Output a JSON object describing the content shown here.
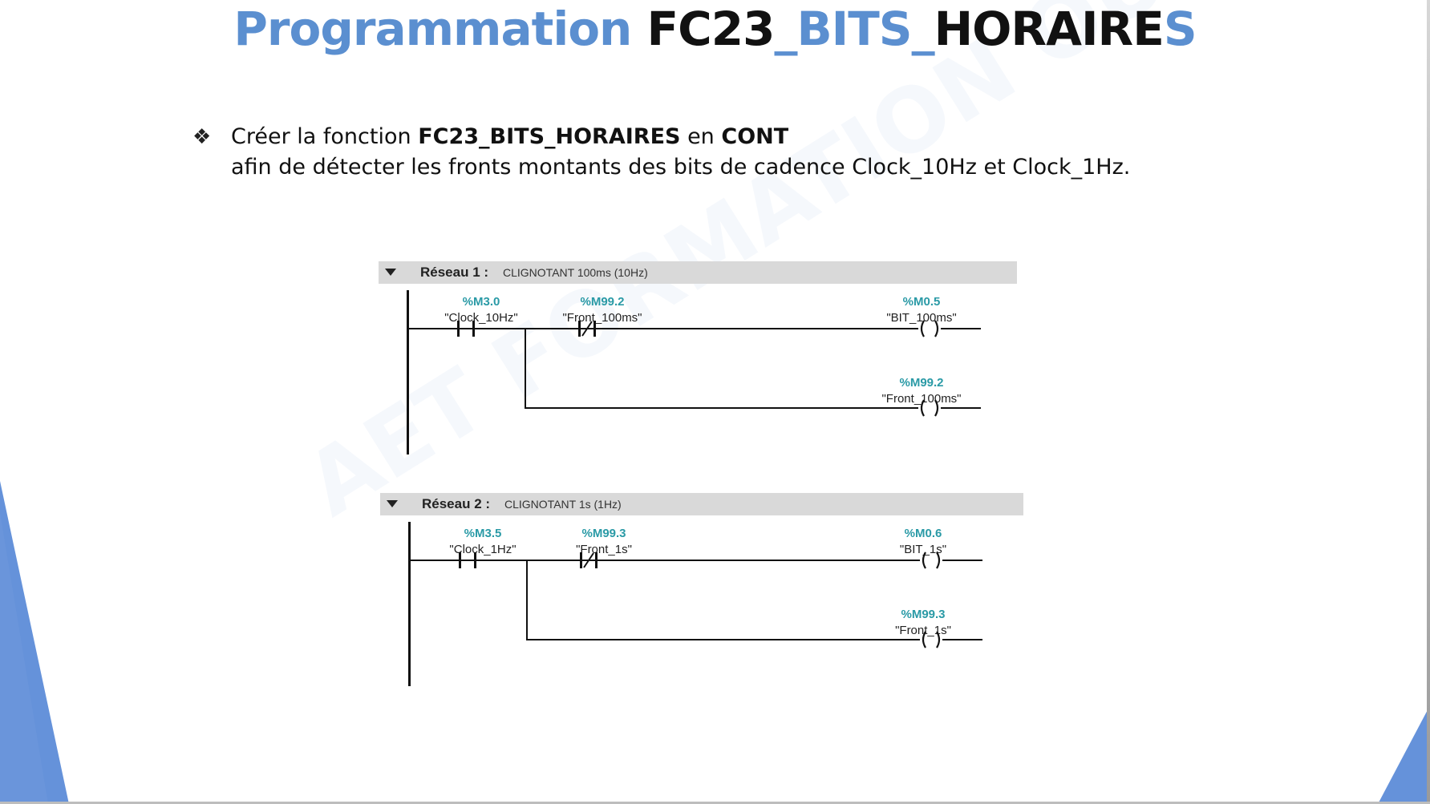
{
  "title": {
    "part1": "Programmation ",
    "part2": "FC23",
    "part3": "_BITS_",
    "part4": "HORAIRE",
    "part5": "S"
  },
  "watermark": "AET FORMATION OUEST",
  "bullet": {
    "text_a": "Créer la fonction ",
    "text_b": "FC23_BITS_HORAIRES",
    "text_c": " en ",
    "text_d": "CONT",
    "line2": "afin de détecter les fronts montants des bits de cadence Clock_10Hz et Clock_1Hz."
  },
  "colors": {
    "title_blue": "#5b8fd0",
    "address_teal": "#2a9aa6",
    "header_gray": "#d9d9d9",
    "deco_blue": "#4a7fd4"
  },
  "networks": [
    {
      "label": "Réseau 1 :",
      "comment": "CLIGNOTANT 100ms (10Hz)",
      "contact_no": {
        "addr": "%M3.0",
        "symbol": "\"Clock_10Hz\""
      },
      "contact_nc": {
        "addr": "%M99.2",
        "symbol": "\"Front_100ms\""
      },
      "coil_1": {
        "addr": "%M0.5",
        "symbol": "\"BIT_100ms\""
      },
      "coil_2": {
        "addr": "%M99.2",
        "symbol": "\"Front_100ms\""
      }
    },
    {
      "label": "Réseau 2 :",
      "comment": "CLIGNOTANT 1s (1Hz)",
      "contact_no": {
        "addr": "%M3.5",
        "symbol": "\"Clock_1Hz\""
      },
      "contact_nc": {
        "addr": "%M99.3",
        "symbol": "\"Front_1s\""
      },
      "coil_1": {
        "addr": "%M0.6",
        "symbol": "\"BIT_1s\""
      },
      "coil_2": {
        "addr": "%M99.3",
        "symbol": "\"Front_1s\""
      }
    }
  ]
}
